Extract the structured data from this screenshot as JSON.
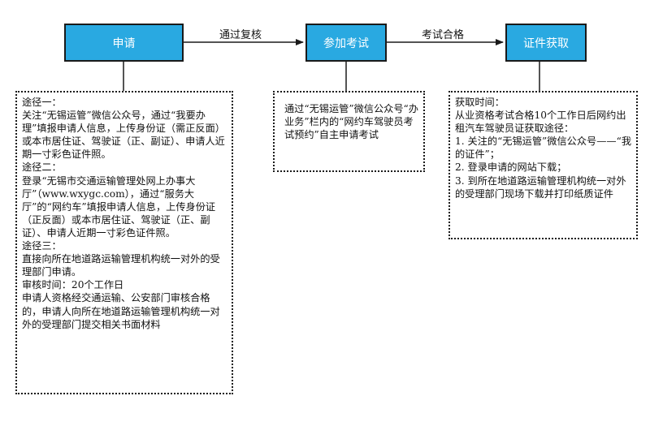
{
  "steps": [
    {
      "label": "申请"
    },
    {
      "label": "参加考试"
    },
    {
      "label": "证件获取"
    }
  ],
  "transitions": [
    {
      "label": "通过复核"
    },
    {
      "label": "考试合格"
    }
  ],
  "notes": {
    "apply": {
      "route1_title": "途径一：",
      "route1_text": "关注“无锡运管”微信公众号，通过“我要办理”填报申请人信息，上传身份证（需正反面）或本市居住证、驾驶证（正、副证）、申请人近期一寸彩色证件照。",
      "route2_title": "途径二：",
      "route2_text": "登录“无锡市交通运输管理处网上办事大厅”（www.wxygc.com），通过“服务大厅”的“网约车”填报申请人信息，上传身份证（正反面）或本市居住证、驾驶证（正、副证）、申请人近期一寸彩色证件照。",
      "route3_title": "途径三：",
      "route3_text": "直接向所在地道路运输管理机构统一对外的受理部门申请。",
      "review_time": "审核时间：20个工作日",
      "review_text": "申请人资格经交通运输、公安部门审核合格的，申请人向所在地道路运输管理机构统一对外的受理部门提交相关书面材料"
    },
    "exam": {
      "text": "通过“无锡运管”微信公众号“办业务”栏内的“网约车驾驶员考试预约”自主申请考试"
    },
    "certificate": {
      "title": "获取时间：",
      "intro": "从业资格考试合格10个工作日后网约出租汽车驾驶员证获取途径：",
      "item1": "1. 关注的“无锡运管”微信公众号——“我的证件”；",
      "item2": "2. 登录申请的网站下载；",
      "item3": "3. 到所在地道路运输管理机构统一对外的受理部门现场下载并打印纸质证件"
    }
  }
}
